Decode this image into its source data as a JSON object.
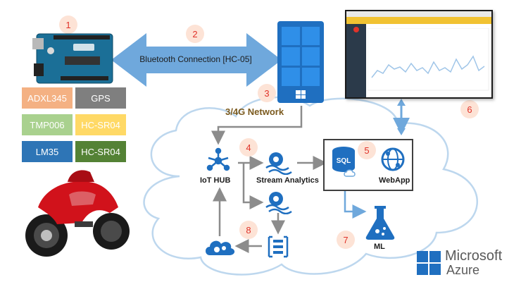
{
  "steps": [
    "1",
    "2",
    "3",
    "4",
    "5",
    "6",
    "7",
    "8"
  ],
  "bluetooth_label": "Bluetooth Connection [HC-05]",
  "network_label": "3/4G Network",
  "sensors": [
    {
      "label": "ADXL345",
      "bg": "#f4b183",
      "fg": "#ffffff"
    },
    {
      "label": "GPS",
      "bg": "#7f7f7f",
      "fg": "#ffffff"
    },
    {
      "label": "TMP006",
      "bg": "#a9d18e",
      "fg": "#ffffff"
    },
    {
      "label": "HC-SR04",
      "bg": "#ffd966",
      "fg": "#ffffff"
    },
    {
      "label": "LM35",
      "bg": "#2e75b6",
      "fg": "#ffffff"
    },
    {
      "label": "HC-SR04",
      "bg": "#548235",
      "fg": "#ffffff"
    }
  ],
  "azure_nodes": {
    "iot_hub": "IoT HUB",
    "stream_analytics": "Stream Analytics",
    "sql": "SQL",
    "webapp": "WebApp",
    "ml": "ML"
  },
  "brand": {
    "line1": "Microsoft",
    "line2": "Azure"
  },
  "colors": {
    "arrow_blue": "#6fa8dc",
    "azure_blue": "#1f6fc0",
    "number_red": "#e0332a",
    "connector_gray": "#8c8c8c",
    "network_brown": "#7b5a1e"
  }
}
